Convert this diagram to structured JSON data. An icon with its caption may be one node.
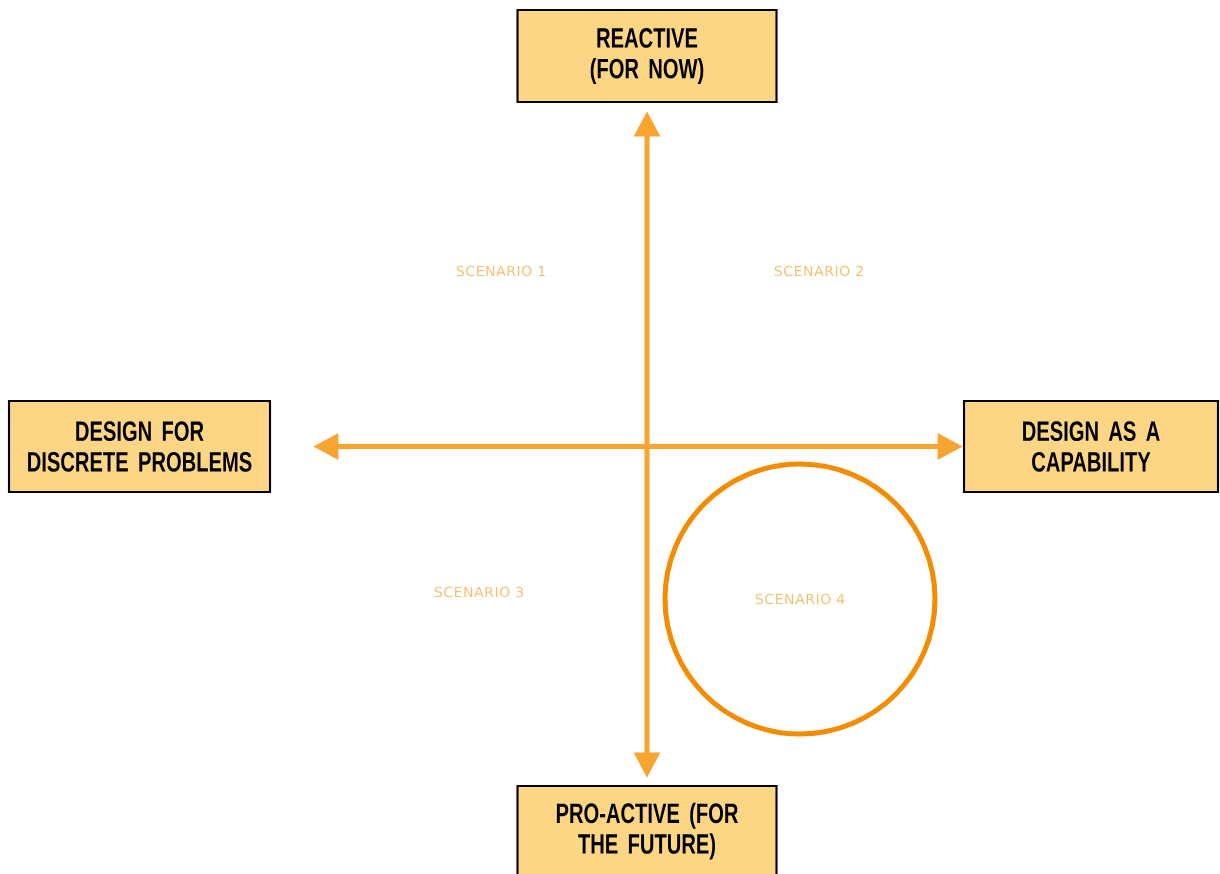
{
  "diagram": {
    "nodes": [
      {
        "text": [
          "REACTIVE (FOR NOW)"
        ]
      },
      {
        "text": [
          "DESIGN FOR DISCRETE PROBLEMS"
        ]
      },
      {
        "text": [
          "DESIGN AS A CAPABILITY"
        ]
      },
      {
        "text": [
          "SCENARIO 4"
        ]
      },
      {
        "text": [
          "PRO-ACTIVE (FOR THE FUTURE)"
        ]
      }
    ],
    "edges": [
      {
        "from": 0,
        "to": 4,
        "arrow": "both"
      },
      {
        "from": 1,
        "to": 2,
        "arrow": "both"
      }
    ],
    "labels": [
      "SCENARIO 1",
      "SCENARIO 2",
      "SCENARIO 3"
    ]
  }
}
